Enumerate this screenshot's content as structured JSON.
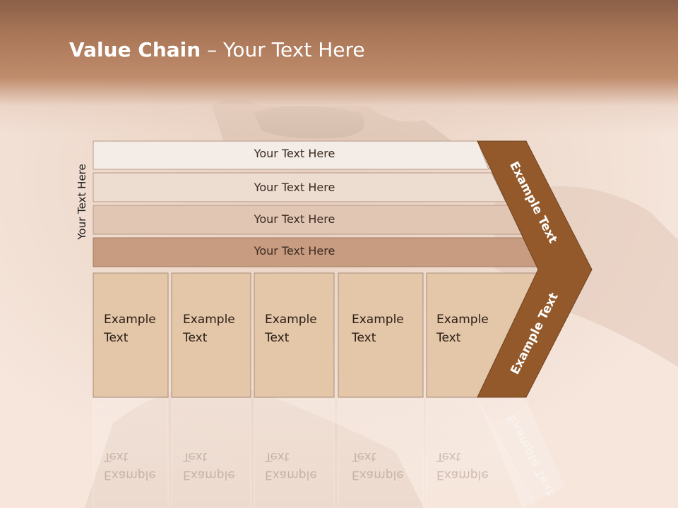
{
  "title": {
    "bold": "Value Chain",
    "rest": " – Your Text Here"
  },
  "side_label": "Your Text Here",
  "bars": [
    {
      "label": "Your Text Here"
    },
    {
      "label": "Your Text Here"
    },
    {
      "label": "Your Text Here"
    },
    {
      "label": "Your Text Here"
    }
  ],
  "boxes": [
    {
      "line1": "Example",
      "line2": "Text"
    },
    {
      "line1": "Example",
      "line2": "Text"
    },
    {
      "line1": "Example",
      "line2": "Text"
    },
    {
      "line1": "Example",
      "line2": "Text"
    },
    {
      "line1": "Example",
      "line2": "Text"
    }
  ],
  "chevron": {
    "upper_label": "Example Text",
    "lower_label": "Example Text"
  },
  "colors": {
    "bar_fills": [
      "#f4ece6",
      "#eddcd0",
      "#e1c6b4",
      "#c89c80"
    ],
    "box_fill": "#e4c6a8",
    "chevron_fill": "#93592b"
  }
}
